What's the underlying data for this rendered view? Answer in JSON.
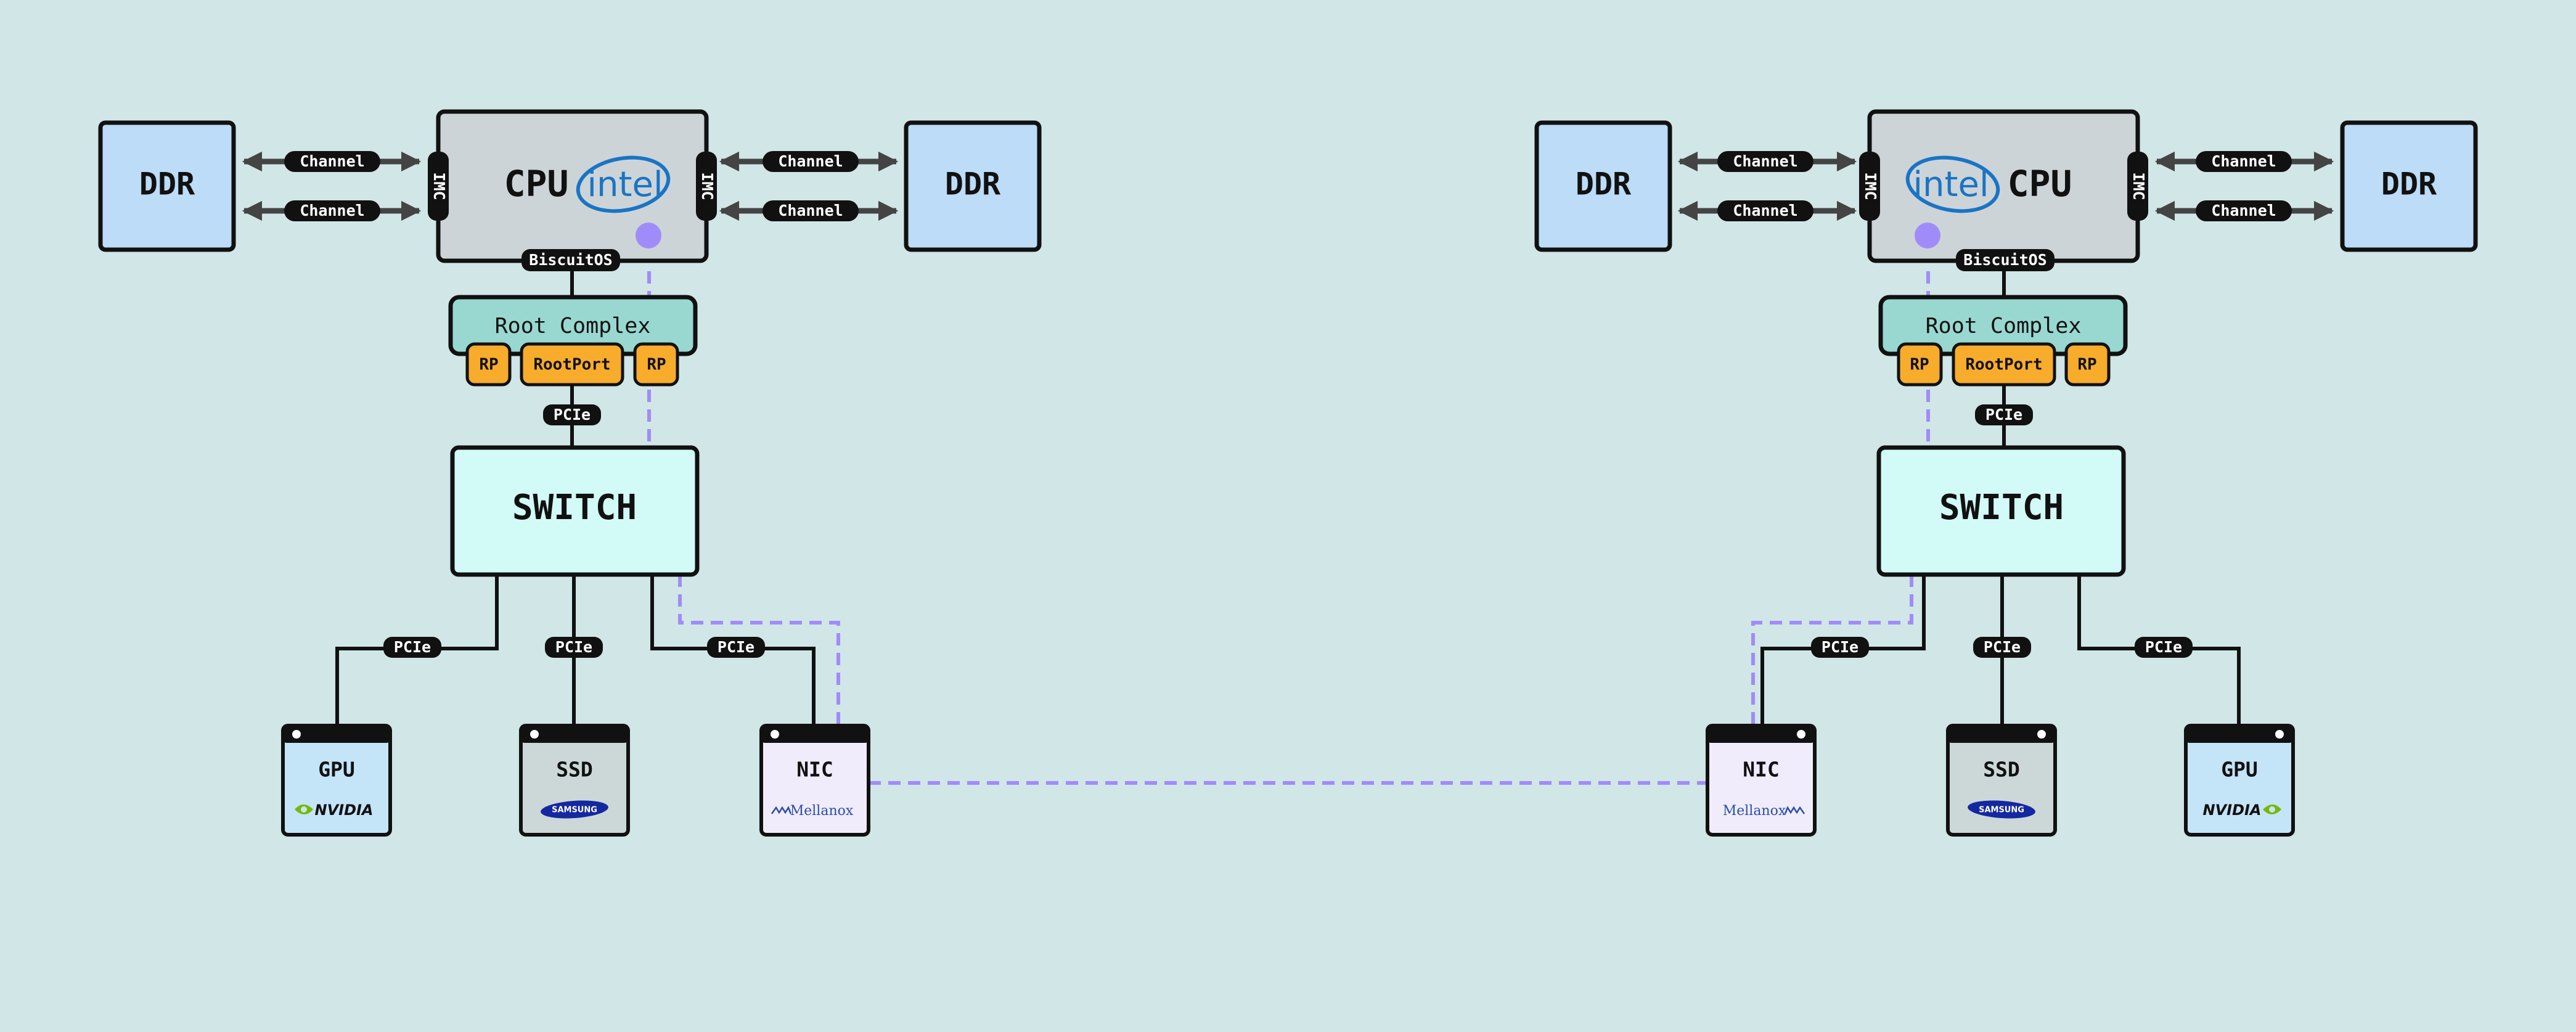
{
  "labels": {
    "ddr": "DDR",
    "channel": "Channel",
    "imc": "IMC",
    "cpu": "CPU",
    "intel": "intel",
    "biscuitos": "BiscuitOS",
    "root_complex": "Root Complex",
    "rp": "RP",
    "root_port": "RootPort",
    "pcie": "PCIe",
    "switch": "SWITCH",
    "gpu": "GPU",
    "ssd": "SSD",
    "nic": "NIC",
    "nvidia": "NVIDIA",
    "samsung": "SAMSUNG",
    "mellanox": "Mellanox"
  },
  "colors": {
    "background": "#d1e6e6",
    "ddr_fill": "#bcdcf8",
    "cpu_fill": "#ccd4d8",
    "root_complex_fill": "#98d8d0",
    "root_port_fill": "#f8ac2c",
    "switch_fill": "#d2faf6",
    "gpu_fill": "#c4e4f8",
    "ssd_fill": "#ccd8d8",
    "nic_fill": "#f0ecfc",
    "dash_link": "#a08cf8",
    "intel_blue": "#1a74c4",
    "nvidia_green": "#76b900",
    "samsung_blue": "#1428a0",
    "mellanox_blue": "#2a4ea6"
  },
  "icons": [
    "double-arrow-icon",
    "intel-logo",
    "nvidia-logo",
    "samsung-logo",
    "mellanox-logo",
    "status-dot-icon"
  ]
}
